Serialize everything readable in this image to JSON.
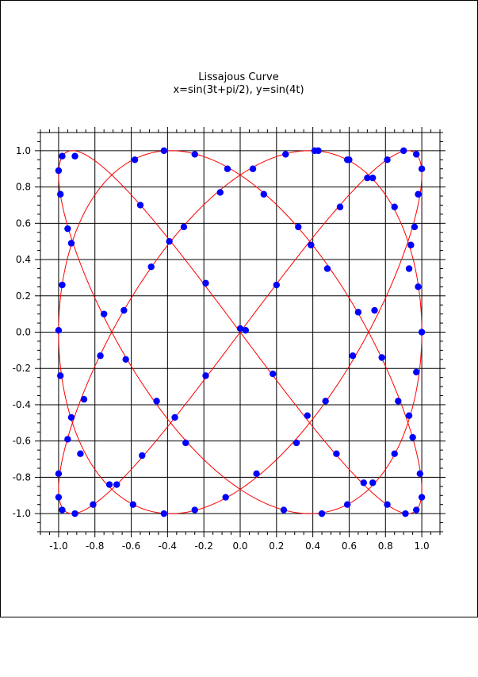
{
  "chart_data": {
    "type": "scatter",
    "title": "Lissajous Curve",
    "subtitle": "x=sin(3t+pi/2), y=sin(4t)",
    "xlim": [
      -1.1,
      1.1
    ],
    "ylim": [
      -1.1,
      1.1
    ],
    "x_ticks": [
      "-1.0",
      "-0.8",
      "-0.6",
      "-0.4",
      "-0.2",
      "0.0",
      "0.2",
      "0.4",
      "0.6",
      "0.8",
      "1.0"
    ],
    "y_ticks": [
      "1.0",
      "0.8",
      "0.6",
      "0.4",
      "0.2",
      "0.0",
      "-0.2",
      "-0.4",
      "-0.6",
      "-0.8",
      "-1.0"
    ],
    "grid": true,
    "curve": {
      "expression_x": "sin(3t+pi/2)",
      "expression_y": "sin(4t)",
      "color": "#ff0000"
    },
    "points_color": "#0000ff",
    "points": [
      [
        1.0,
        0.0
      ],
      [
        0.98,
        0.25
      ],
      [
        0.94,
        0.48
      ],
      [
        0.96,
        0.58
      ],
      [
        0.98,
        0.76
      ],
      [
        1.0,
        0.9
      ],
      [
        0.97,
        0.98
      ],
      [
        0.9,
        1.0
      ],
      [
        0.81,
        0.95
      ],
      [
        0.73,
        0.85
      ],
      [
        0.7,
        0.85
      ],
      [
        0.6,
        0.95
      ],
      [
        0.43,
        1.0
      ],
      [
        0.25,
        0.98
      ],
      [
        0.07,
        0.9
      ],
      [
        -0.11,
        0.77
      ],
      [
        -0.31,
        0.58
      ],
      [
        -0.39,
        0.5
      ],
      [
        -0.49,
        0.36
      ],
      [
        -0.55,
        0.7
      ],
      [
        -0.58,
        0.95
      ],
      [
        -0.42,
        1.0
      ],
      [
        -0.25,
        0.98
      ],
      [
        -0.07,
        0.9
      ],
      [
        0.13,
        0.76
      ],
      [
        0.32,
        0.58
      ],
      [
        0.39,
        0.48
      ],
      [
        0.48,
        0.35
      ],
      [
        0.55,
        0.69
      ],
      [
        0.59,
        0.95
      ],
      [
        0.41,
        1.0
      ],
      [
        0.85,
        0.69
      ],
      [
        0.93,
        0.35
      ],
      [
        0.74,
        0.12
      ],
      [
        0.65,
        0.11
      ],
      [
        0.0,
        0.02
      ],
      [
        0.03,
        0.01
      ],
      [
        0.2,
        0.26
      ],
      [
        -0.19,
        0.27
      ],
      [
        -0.64,
        0.12
      ],
      [
        -0.75,
        0.1
      ],
      [
        -0.91,
        0.97
      ],
      [
        -0.98,
        0.97
      ],
      [
        -1.0,
        0.89
      ],
      [
        -0.99,
        0.76
      ],
      [
        -0.95,
        0.57
      ],
      [
        -0.93,
        0.49
      ],
      [
        -0.98,
        0.26
      ],
      [
        -1.0,
        0.01
      ],
      [
        -0.99,
        -0.24
      ],
      [
        -0.93,
        -0.47
      ],
      [
        -0.95,
        -0.59
      ],
      [
        -1.0,
        -0.78
      ],
      [
        -1.0,
        -0.91
      ],
      [
        -0.98,
        -0.98
      ],
      [
        -0.91,
        -1.0
      ],
      [
        -0.81,
        -0.95
      ],
      [
        -0.72,
        -0.84
      ],
      [
        -0.68,
        -0.84
      ],
      [
        -0.59,
        -0.95
      ],
      [
        -0.42,
        -1.0
      ],
      [
        -0.25,
        -0.98
      ],
      [
        -0.08,
        -0.91
      ],
      [
        0.09,
        -0.78
      ],
      [
        0.31,
        -0.61
      ],
      [
        0.37,
        -0.46
      ],
      [
        0.47,
        -0.38
      ],
      [
        0.53,
        -0.67
      ],
      [
        0.59,
        -0.95
      ],
      [
        0.45,
        -1.0
      ],
      [
        0.24,
        -0.98
      ],
      [
        -0.19,
        -0.24
      ],
      [
        0.18,
        -0.23
      ],
      [
        -0.46,
        -0.38
      ],
      [
        -0.36,
        -0.47
      ],
      [
        -0.3,
        -0.61
      ],
      [
        -0.54,
        -0.68
      ],
      [
        -0.86,
        -0.37
      ],
      [
        -0.88,
        -0.67
      ],
      [
        -0.77,
        -0.13
      ],
      [
        -0.63,
        -0.15
      ],
      [
        0.62,
        -0.13
      ],
      [
        0.78,
        -0.14
      ],
      [
        0.87,
        -0.38
      ],
      [
        0.93,
        -0.46
      ],
      [
        0.97,
        -0.22
      ],
      [
        0.99,
        -0.78
      ],
      [
        1.0,
        -0.91
      ],
      [
        0.97,
        -0.98
      ],
      [
        0.91,
        -1.0
      ],
      [
        0.81,
        -0.95
      ],
      [
        0.73,
        -0.83
      ],
      [
        0.68,
        -0.83
      ],
      [
        0.85,
        -0.67
      ],
      [
        0.95,
        -0.58
      ]
    ]
  }
}
